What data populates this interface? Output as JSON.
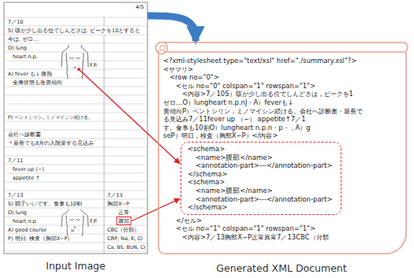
{
  "diagram": {
    "nodes": [
      {
        "text": [
          "Input Image"
        ]
      },
      {
        "text": [
          "Generated XML Document"
        ]
      },
      {
        "text": [
          "<schema>",
          "<name>腹部</name>",
          "<annotation-part>---</annotation-part>",
          "</schema>",
          "<schema>",
          "<name>腹部</name>",
          "<annotation-part>---</annotation-part>",
          "</schema>"
        ],
        "in": 1
      }
    ],
    "edges": [
      {
        "from": 0,
        "to": 1,
        "arrow": "to"
      }
    ],
    "labels": [
      "4/5",
      "7／10",
      "S) 咳が少し出る位でしんどさは. ピークを10とすると",
      "今は, ゼロ…",
      "O) lung",
      "heart n.p.",
      "F.P.",
      "A) fever も↓ 微熱",
      "全身状態も改善傾向",
      "P) ペントシリン, ミノマイシン続ける。",
      "会社へ診断書",
      "＊最長でも8月の入院要する見込み",
      "7／11",
      "fever up (−)",
      "appetite ↑",
      "7／13",
      "S) 調子いいです。食事も10割",
      "O) lung",
      "heart n.p.",
      "F.P.",
      "A) good course",
      "P) 明日, 検査（胸部X−P）",
      "7／13",
      "胸部X−P",
      "正常",
      "腹部",
      "CBC（分類）",
      "CRP, Na, K, Cl",
      "Ca, BS, BUN, Cr",
      "<?xml-stylesheet type=\"text/xsl\" href=\"./summary.xsl\"?>",
      "<サマリ>",
      "<row no=\"0\">",
      "<セル no=\"0\" colspan=\"1\" rowspan=\"1\">",
      "<内容>7／10S）咳が少し出る位でしんどさは，ピークを1",
      "ゼロ…O）lungheart n.p.nJ・A）feverも↓",
      "善傾向P）ペントシリン，ミノマイシン続ける。会社へ診断書・最長で",
      "る見込み7／11fever up （−） appetite↑7／1",
      "す。食事も10割O）lungheart n.p.n・p・，A）g",
      "seP）明日，検査（胸部X−P）</内容>",
      "</セル>",
      "<セル no=\"1\" colspan=\"1\" rowspan=\"1\">",
      "<内容>7／13胸部X−P正常異常7／13CBC（分類"
    ]
  }
}
